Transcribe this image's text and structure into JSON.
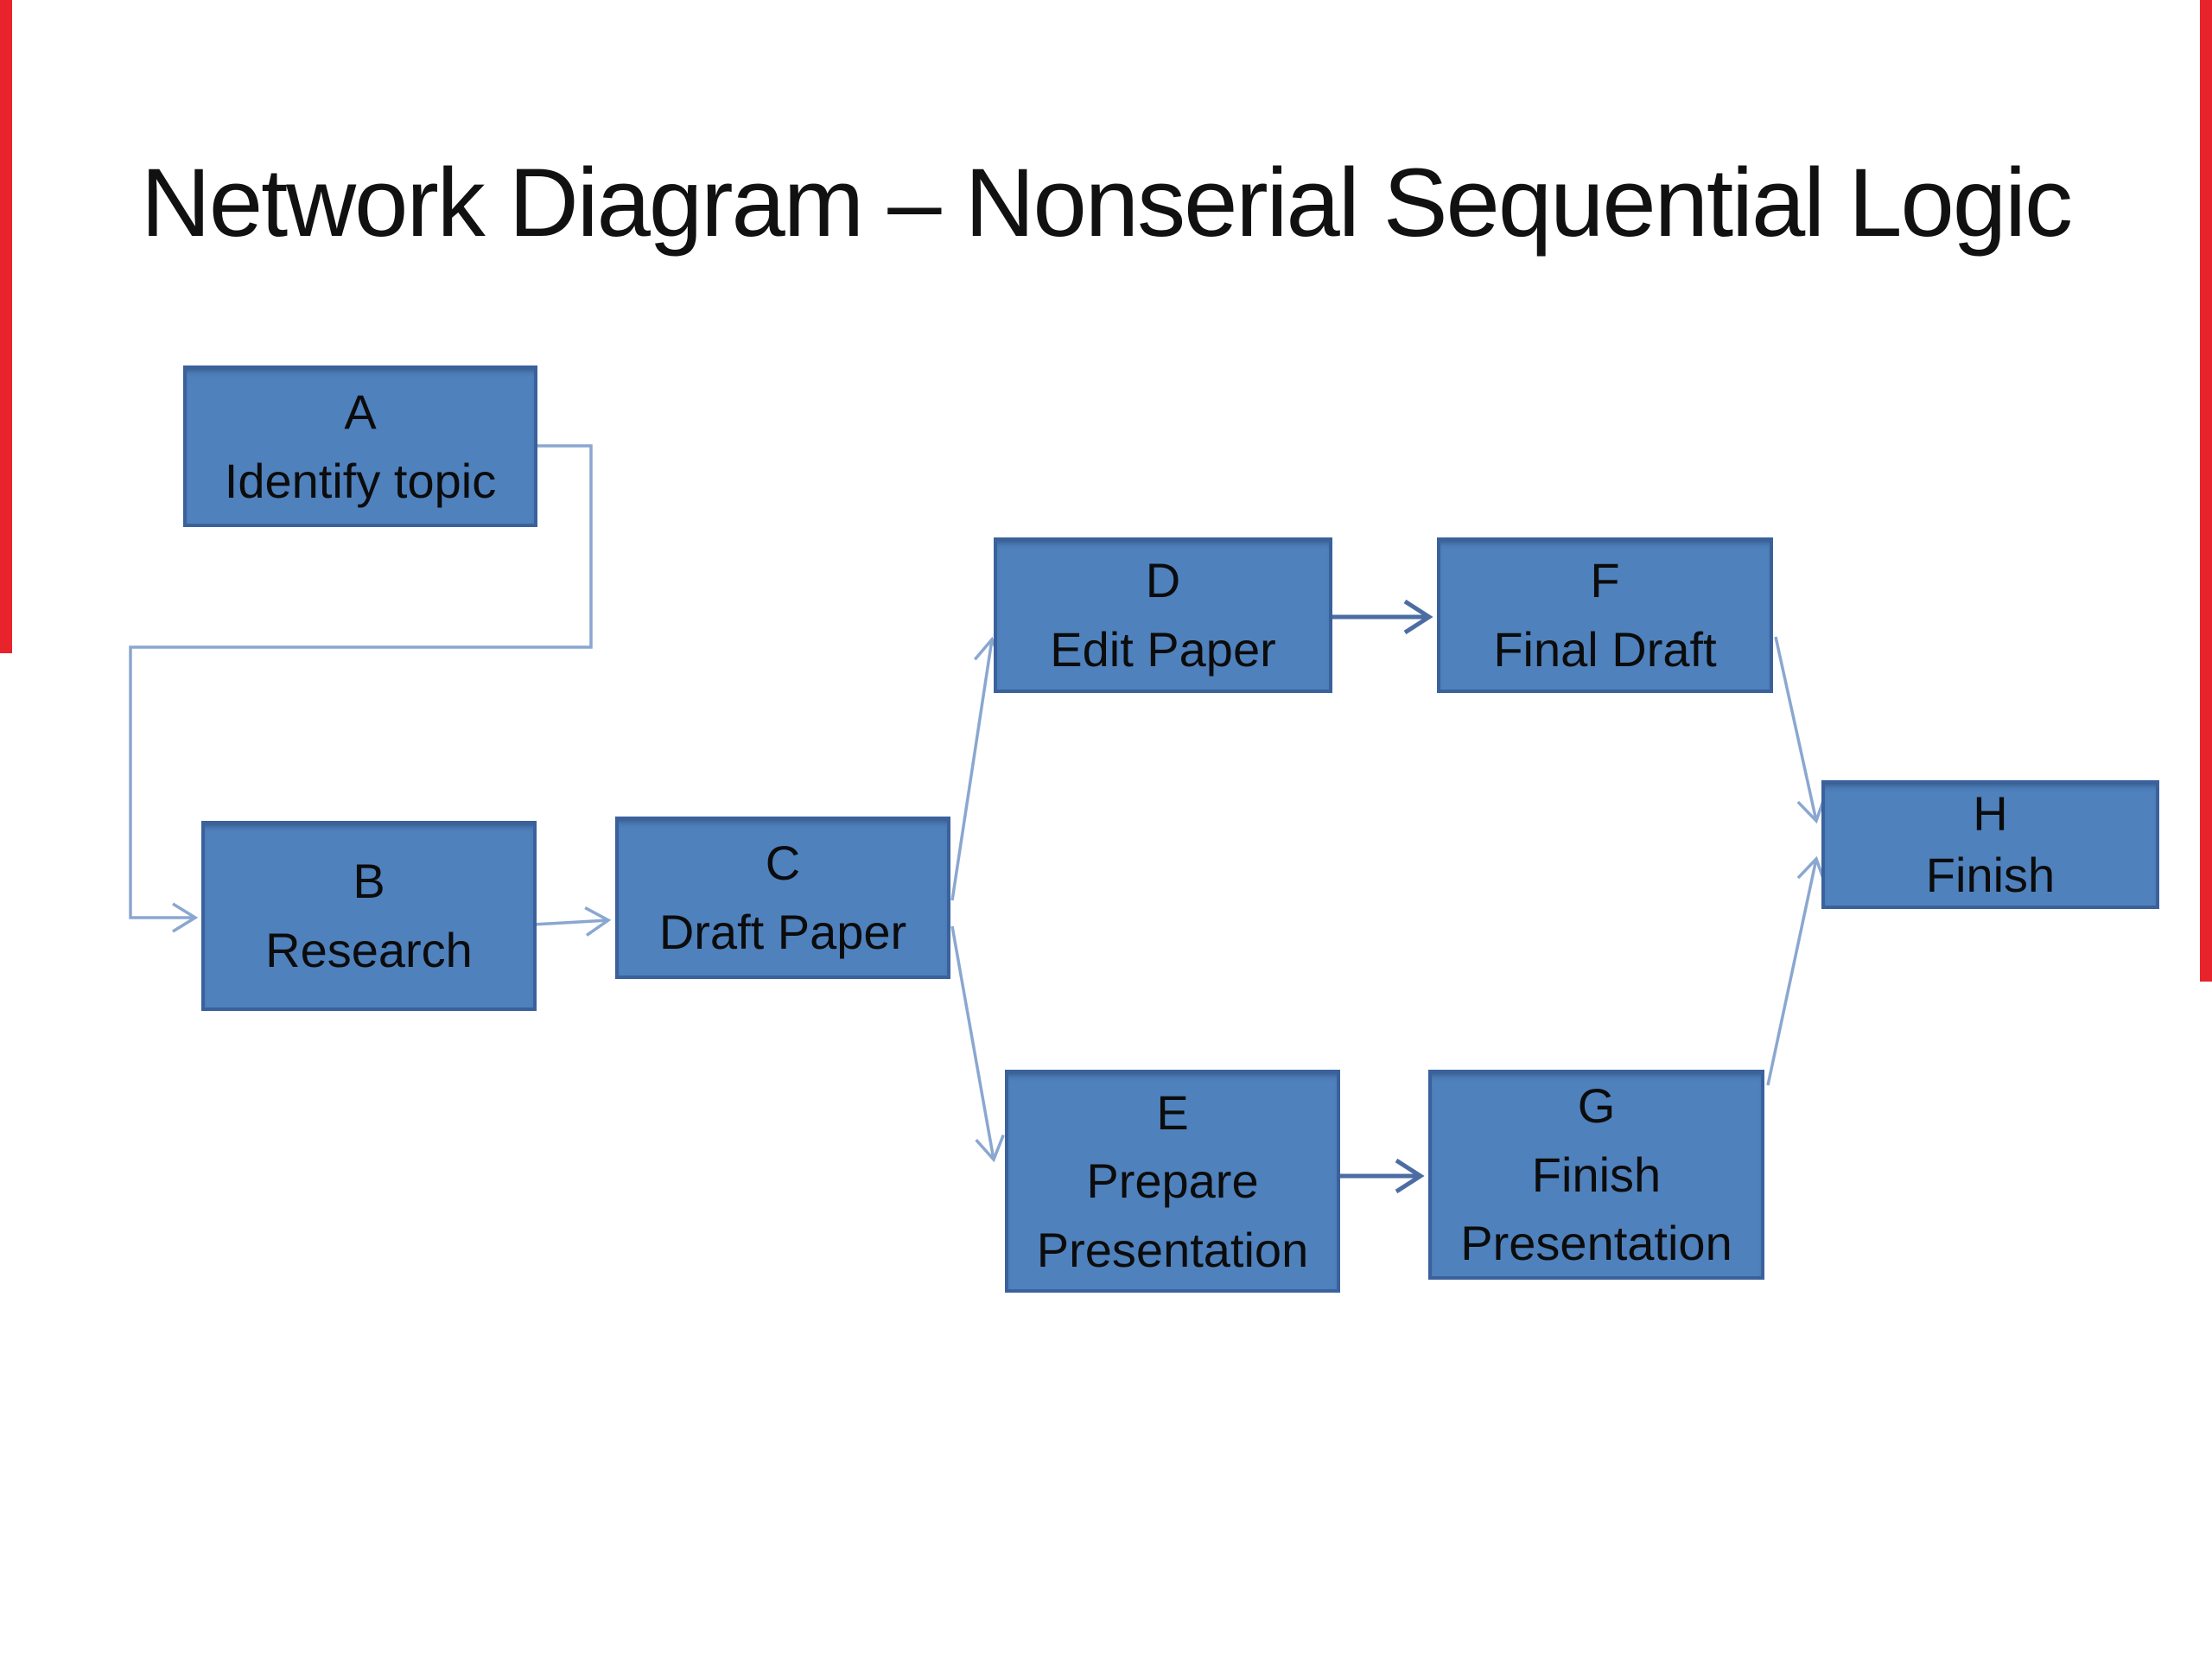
{
  "slide": {
    "title": "Network Diagram – Nonserial Sequential Logic",
    "colors": {
      "background": "#ffffff",
      "node_fill": "#4f81bd",
      "node_border": "#3a619b",
      "node_text": "#0c0c0c",
      "connector_light": "#8aa7d0",
      "connector_dark": "#4b6da3",
      "edge_bar_red": "#e8232b",
      "title_text": "#111111"
    }
  },
  "nodes": [
    {
      "id": "A",
      "line1": "A",
      "line2": "Identify topic"
    },
    {
      "id": "B",
      "line1": "B",
      "line2": "Research"
    },
    {
      "id": "C",
      "line1": "C",
      "line2": "Draft Paper"
    },
    {
      "id": "D",
      "line1": "D",
      "line2": "Edit Paper"
    },
    {
      "id": "E",
      "line1": "E",
      "line2": "Prepare",
      "line3": "Presentation"
    },
    {
      "id": "F",
      "line1": "F",
      "line2": "Final Draft"
    },
    {
      "id": "G",
      "line1": "G",
      "line2": "Finish",
      "line3": "Presentation"
    },
    {
      "id": "H",
      "line1": "H",
      "line2": "Finish"
    }
  ],
  "edges": [
    {
      "from": "A",
      "to": "B",
      "type": "elbow",
      "weight": "light"
    },
    {
      "from": "B",
      "to": "C",
      "type": "straight",
      "weight": "light"
    },
    {
      "from": "C",
      "to": "D",
      "type": "straight",
      "weight": "light"
    },
    {
      "from": "C",
      "to": "E",
      "type": "straight",
      "weight": "light"
    },
    {
      "from": "D",
      "to": "F",
      "type": "straight",
      "weight": "dark"
    },
    {
      "from": "E",
      "to": "G",
      "type": "straight",
      "weight": "dark"
    },
    {
      "from": "F",
      "to": "H",
      "type": "straight",
      "weight": "light"
    },
    {
      "from": "G",
      "to": "H",
      "type": "straight",
      "weight": "light"
    }
  ]
}
